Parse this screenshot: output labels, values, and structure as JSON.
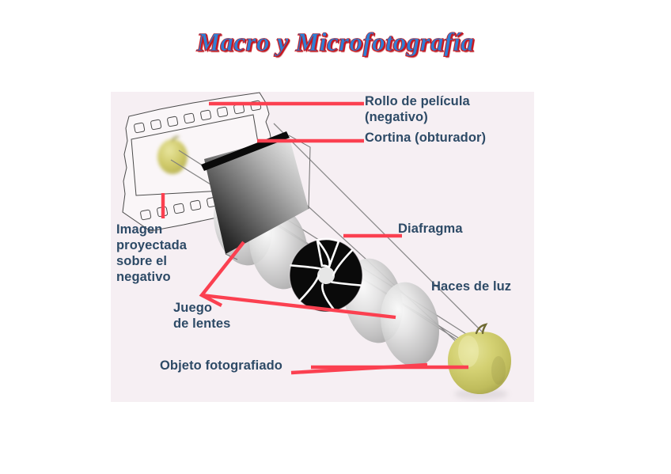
{
  "title": {
    "text": "Macro y Microfotografía",
    "fill_color": "#2f7fd4",
    "shadow_color": "#c2161f"
  },
  "figure": {
    "background_color": "#f6eff3",
    "leader_line_color": "#fb4050",
    "label_text_color": "#2d4a66",
    "light_ray_color": "#7e7e7e",
    "labels": {
      "rollo": "Rollo de película\n(negativo)",
      "cortina": "Cortina (obturador)",
      "diafragma": "Diafragma",
      "haces": "Haces de luz",
      "imagen": "Imagen\nproyectada\nsobre el\nnegativo",
      "juego": "Juego\nde lentes",
      "objeto": "Objeto fotografiado"
    },
    "parts": {
      "film_strip": "film-strip",
      "shutter_curtain": "shutter-curtain",
      "projected_image": "projected-apple-image",
      "lenses": "lens-group",
      "diaphragm": "iris-diaphragm",
      "subject": "apple-subject",
      "light_rays": "light-beams"
    }
  }
}
